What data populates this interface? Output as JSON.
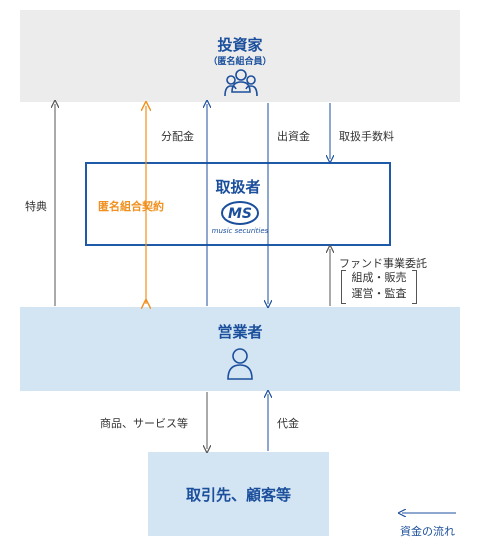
{
  "investor": {
    "title": "投資家",
    "subtitle": "（匿名組合員）",
    "icon": "people-group-icon"
  },
  "handler": {
    "title": "取扱者",
    "logo_mark": "MS",
    "logo_text": "music securities"
  },
  "operator": {
    "title": "営業者",
    "icon": "person-icon"
  },
  "client": {
    "title": "取引先、顧客等"
  },
  "labels": {
    "benefit": "特典",
    "contract": "匿名組合契約",
    "distribution": "分配金",
    "investment": "出資金",
    "fee": "取扱手数料",
    "commission": "ファンド事業委託",
    "commission_line1": "組成・販売",
    "commission_line2": "運営・監査",
    "goods": "商品、サービス等",
    "payment": "代金"
  },
  "legend": {
    "label": "資金の流れ"
  },
  "colors": {
    "blue": "#1b4f9c",
    "orange": "#f0901e",
    "gray_arrow": "#555555",
    "light_blue": "#d3e5f3",
    "light_gray": "#ececec"
  }
}
